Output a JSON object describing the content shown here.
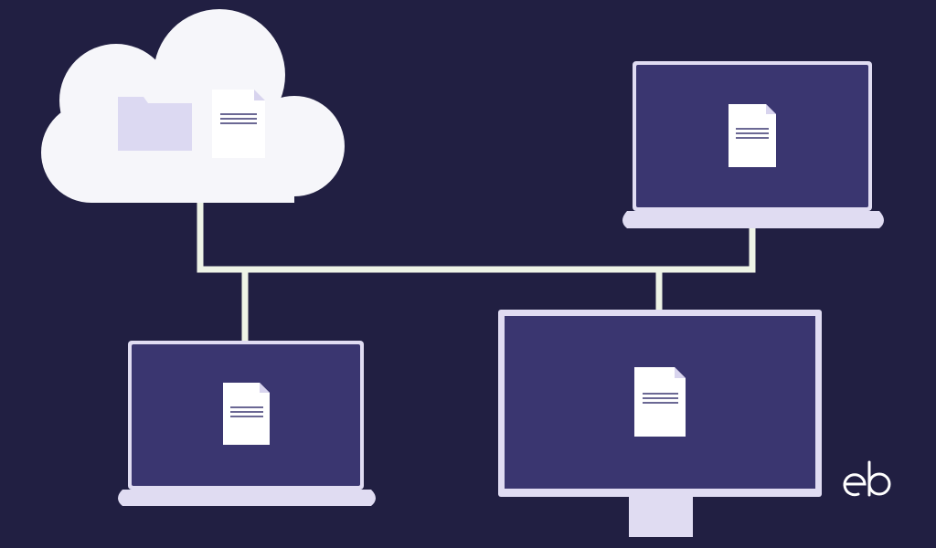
{
  "diagram": {
    "background_color": "#211f42",
    "connector_color": "#eef3e6",
    "screen_color": "#3a3670",
    "device_frame_color": "#e0dcf2",
    "cloud_color": "#f6f6fa",
    "folder_color": "#dcd9f2",
    "nodes": [
      {
        "id": "cloud",
        "kind": "cloud-storage",
        "contents": [
          "folder-icon",
          "document-icon"
        ]
      },
      {
        "id": "laptop-top-right",
        "kind": "laptop",
        "contents": [
          "document-icon"
        ]
      },
      {
        "id": "laptop-bottom-left",
        "kind": "laptop",
        "contents": [
          "document-icon"
        ]
      },
      {
        "id": "desktop-monitor",
        "kind": "desktop-monitor",
        "contents": [
          "document-icon"
        ]
      }
    ]
  },
  "logo": {
    "text": "eb",
    "color": "#ffffff"
  }
}
